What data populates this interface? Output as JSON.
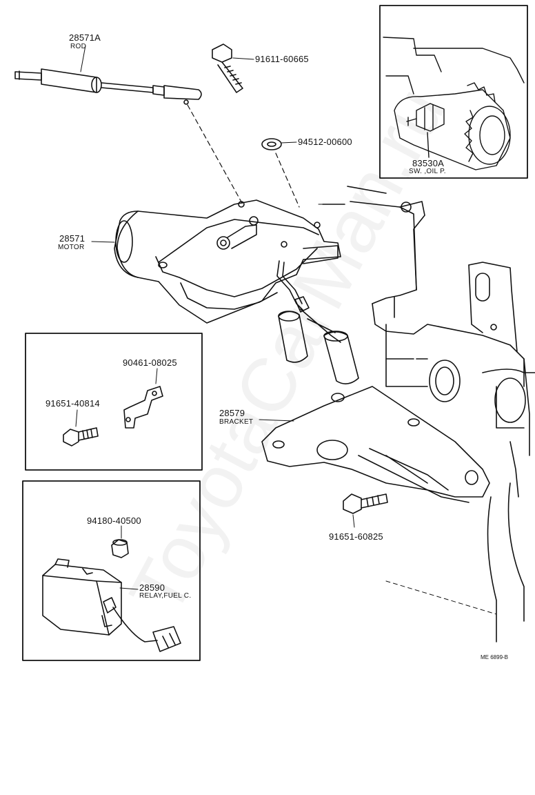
{
  "watermark": "ToyotaCarMan.ru",
  "drawing_code": "ME 6899-B",
  "parts": {
    "rod": {
      "number": "28571A",
      "name": "ROD"
    },
    "bolt_top": {
      "number": "91611-60665"
    },
    "washer": {
      "number": "94512-00600"
    },
    "motor": {
      "number": "28571",
      "name": "MOTOR"
    },
    "clamp": {
      "number": "90461-08025"
    },
    "bolt_left": {
      "number": "91651-40814"
    },
    "bracket": {
      "number": "28579",
      "name": "BRACKET"
    },
    "nut": {
      "number": "94180-40500"
    },
    "relay": {
      "number": "28590",
      "name": "RELAY,FUEL C."
    },
    "bolt_lower": {
      "number": "91651-60825"
    },
    "switch": {
      "number": "83530A",
      "name": "SW. ,OIL P."
    }
  }
}
